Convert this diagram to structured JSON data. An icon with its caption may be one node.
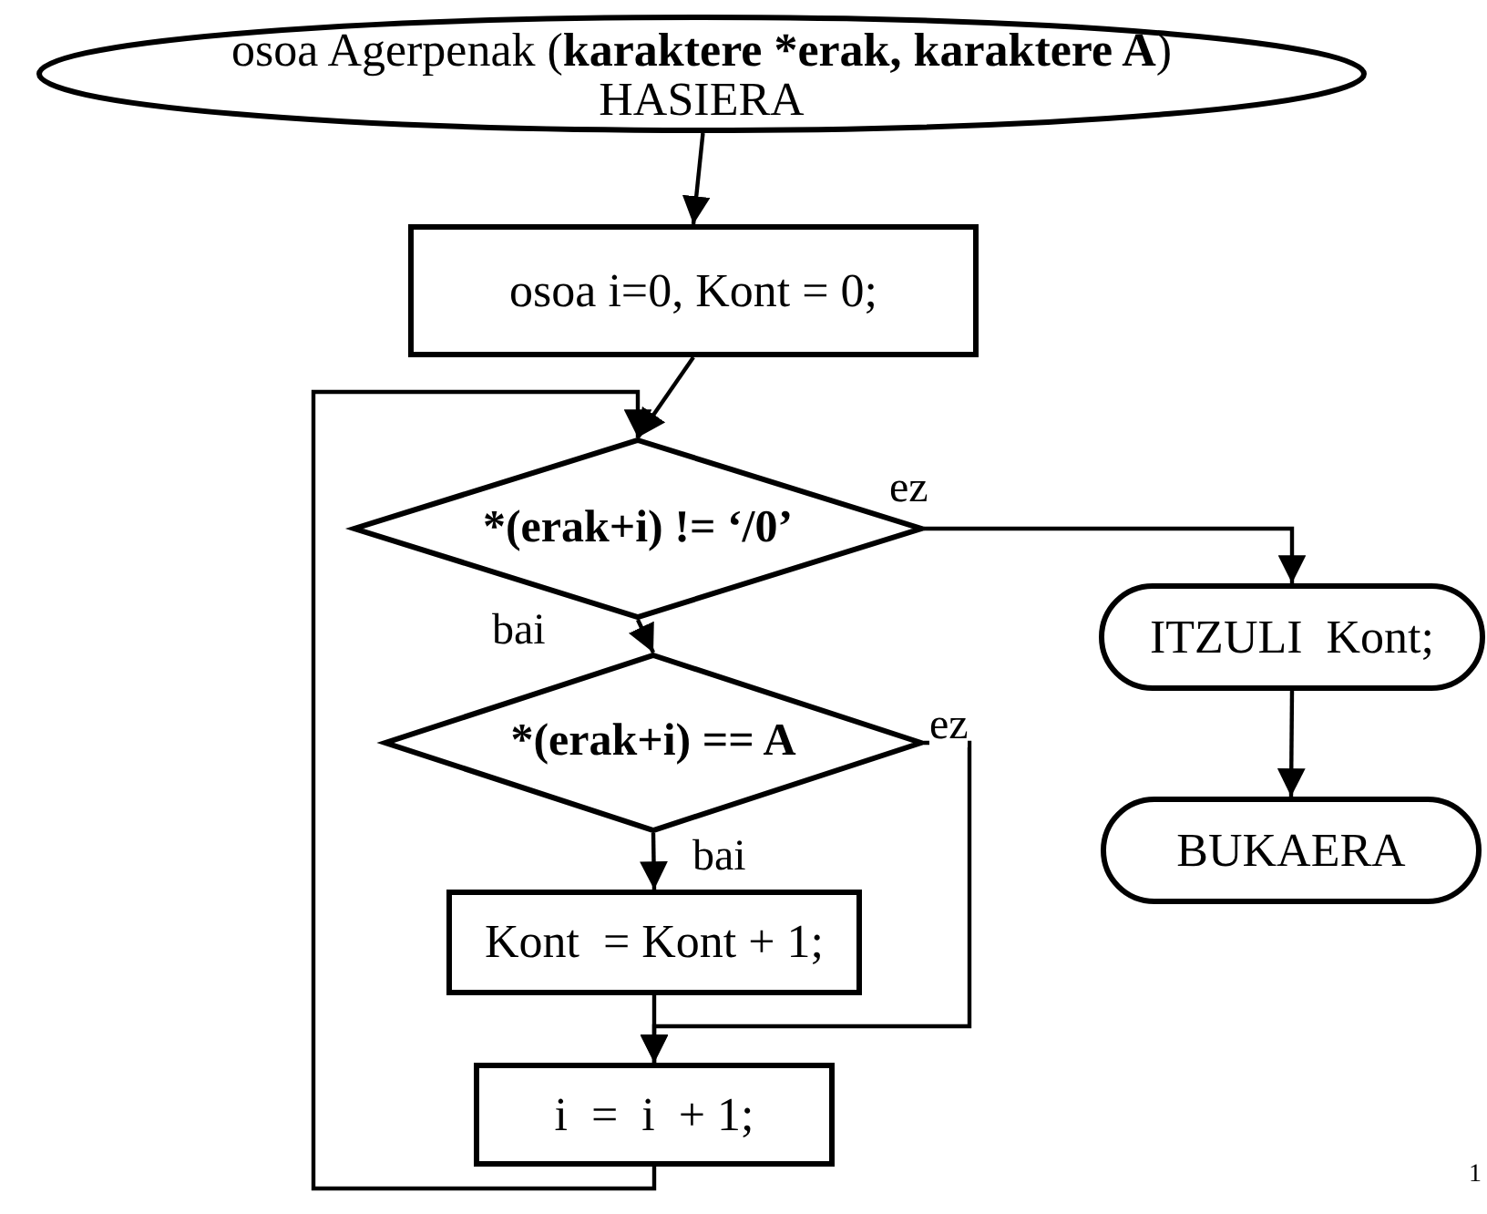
{
  "diagram": {
    "nodes": [
      {
        "text": [
          "osoa Agerpenak (**karaktere *erak, karaktere A**)",
          "HASIERA"
        ]
      },
      {
        "text": [
          "osoa i=0, Kont = 0;"
        ]
      },
      {
        "text": [
          "*(erak+i) != ‘/0’"
        ]
      },
      {
        "text": [
          "*(erak+i) == A"
        ]
      },
      {
        "text": [
          "Kont  = Kont + 1;"
        ]
      },
      {
        "text": [
          "i  =  i  + 1;"
        ]
      },
      {
        "text": [
          "ITZULI  Kont;"
        ]
      },
      {
        "text": [
          "BUKAERA"
        ]
      }
    ],
    "edges": [
      {
        "from": 0,
        "to": 1,
        "arrow": "to"
      },
      {
        "from": 1,
        "to": 2,
        "arrow": "to"
      },
      {
        "from": 2,
        "to": 6,
        "arrow": "to",
        "label": "ez"
      },
      {
        "from": 2,
        "to": 3,
        "arrow": "to",
        "label": "bai"
      },
      {
        "from": 3,
        "to": 4,
        "arrow": "to",
        "label": "bai"
      },
      {
        "from": 3,
        "to": 5,
        "arrow": "to",
        "label": "ez"
      },
      {
        "from": 4,
        "to": 5,
        "arrow": "to"
      },
      {
        "from": 5,
        "to": 2,
        "arrow": "to"
      },
      {
        "from": 6,
        "to": 7,
        "arrow": "to"
      }
    ],
    "labels": [
      "1"
    ]
  }
}
